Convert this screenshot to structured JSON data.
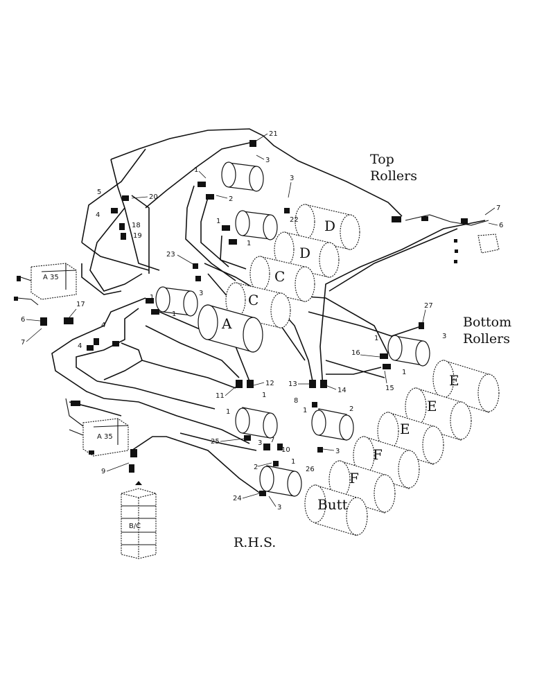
{
  "headings": {
    "top_rollers": [
      "Top",
      "Rollers"
    ],
    "bottom_rollers": [
      "Bottom",
      "Rollers"
    ],
    "side": "R.H.S."
  },
  "roller_letters": {
    "d1": "D",
    "d2": "D",
    "c1": "C",
    "c2": "C",
    "a": "A",
    "e1": "E",
    "e2": "E",
    "e3": "E",
    "f1": "F",
    "f2": "F",
    "butt": "Butt"
  },
  "blocks": {
    "valve_upper": "A 35",
    "valve_lower": "A 35",
    "tank": "B/C"
  },
  "part_numbers": {
    "n21": "21",
    "n3a": "3",
    "n1a": "1",
    "n2a": "2",
    "n5": "5",
    "n20": "20",
    "n4a": "4",
    "n18": "18",
    "n19": "19",
    "n3b": "3",
    "n22": "22",
    "n1b": "1",
    "n1c": "1",
    "n7a": "7",
    "n6a": "6",
    "n23": "23",
    "n3c": "3",
    "n1d": "1",
    "n1e": "1",
    "n17": "17",
    "n6b": "6",
    "n7b": "7",
    "n4b": "4",
    "n4c": "4",
    "n27": "27",
    "n3d": "3",
    "n1f": "1",
    "n16": "16",
    "n1g": "1",
    "n15": "15",
    "n13": "13",
    "n14": "14",
    "n8": "8",
    "n2b": "2",
    "n1h": "1",
    "n11": "11",
    "n12": "12",
    "n1i": "1",
    "n1j": "1",
    "n25": "25",
    "n3e": "3",
    "n7c": "7",
    "n10": "10",
    "n2c": "2",
    "n1k": "1",
    "n9": "9",
    "n26": "26",
    "n3f": "3",
    "n24": "24",
    "n3g": "3"
  }
}
